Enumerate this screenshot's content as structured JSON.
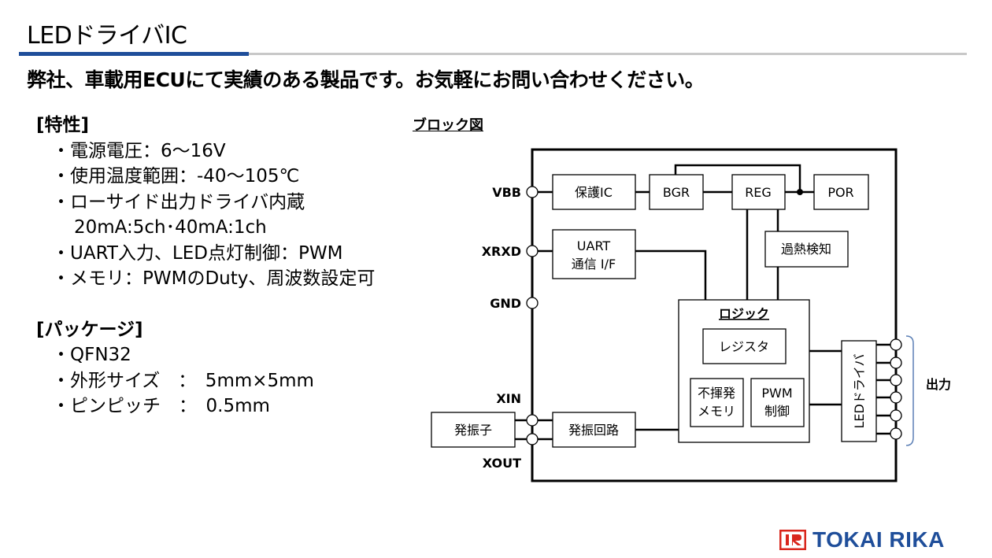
{
  "header": {
    "title": "LEDドライバIC",
    "subtitle": "弊社、車載用ECUにて実績のある製品です。お気軽にお問い合わせください。"
  },
  "specs": {
    "features_heading": "[特性]",
    "features": [
      "・電源電圧：6～16V",
      "・使用温度範囲：-40～105℃",
      "・ローサイド出力ドライバ内蔵"
    ],
    "features_cont": "20mA:5ch･40mA:1ch",
    "features2": [
      "・UART入力、LED点灯制御：PWM",
      "・メモリ：PWMのDuty、周波数設定可"
    ],
    "package_heading": "[パッケージ]",
    "package": [
      "・QFN32",
      "・外形サイズ　：　5mm×5mm",
      "・ピンピッチ　：　0.5mm"
    ]
  },
  "diagram": {
    "title": "ブロック図",
    "pins": {
      "vbb": "VBB",
      "xrxd": "XRXD",
      "gnd": "GND",
      "xin": "XIN",
      "xout": "XOUT"
    },
    "blocks": {
      "protect": "保護IC",
      "bgr": "BGR",
      "reg": "REG",
      "por": "POR",
      "uart_line1": "UART",
      "uart_line2": "通信 I/F",
      "thermal": "過熱検知",
      "logic": "ロジック",
      "register": "レジスタ",
      "nvm_line1": "不揮発",
      "nvm_line2": "メモリ",
      "pwm_line1": "PWM",
      "pwm_line2": "制御",
      "led_driver": "LEDドライバ",
      "oscillator_circuit": "発振回路",
      "crystal": "発振子"
    },
    "output_label": "出力",
    "colors": {
      "line": "#000000",
      "bracket": "#5b7fb5"
    }
  },
  "logo": {
    "text": "TOKAI RIKA",
    "mark_color": "#d9261c",
    "text_color": "#1f4e9a"
  }
}
